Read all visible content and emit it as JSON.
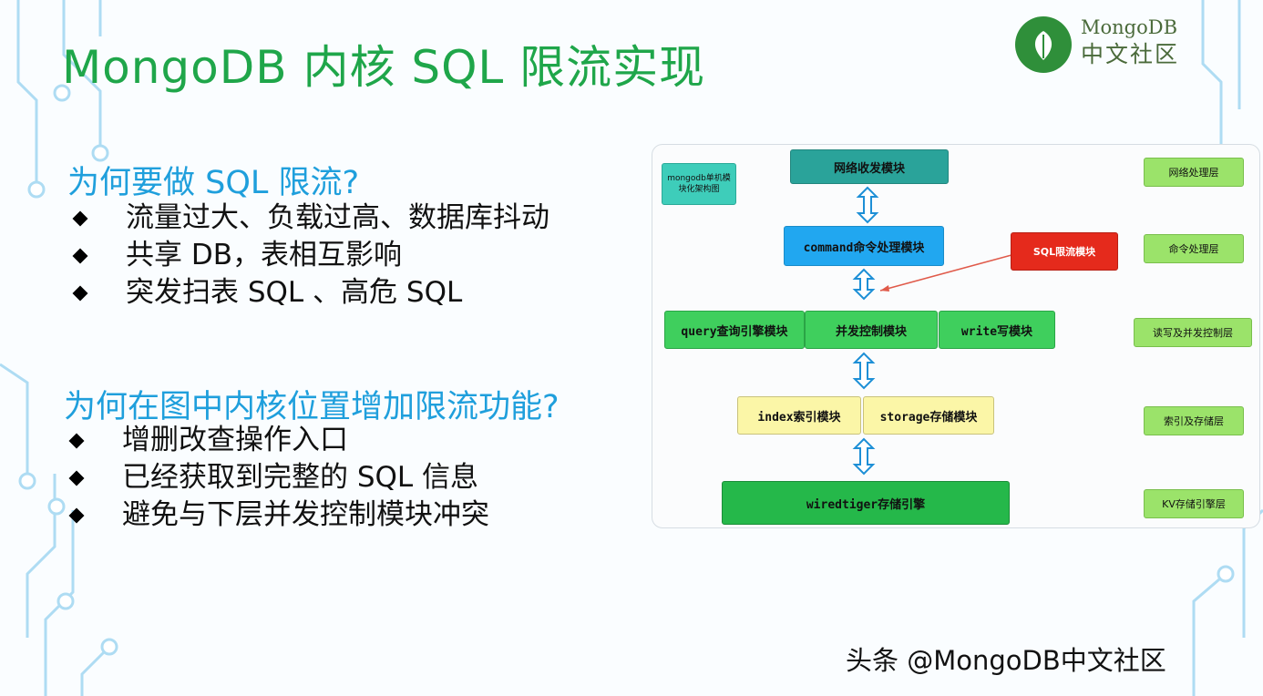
{
  "slide": {
    "title": "MongoDB 内核 SQL 限流实现",
    "logo": {
      "line1": "MongoDB",
      "line2": "中文社区"
    },
    "section1": {
      "heading": "为何要做 SQL 限流?",
      "bullets": [
        "流量过大、负载过高、数据库抖动",
        "共享 DB，表相互影响",
        "突发扫表 SQL 、高危 SQL"
      ]
    },
    "section2": {
      "heading": "为何在图中内核位置增加限流功能?",
      "bullets": [
        "增删改查操作入口",
        "已经获取到完整的 SQL 信息",
        "避免与下层并发控制模块冲突"
      ]
    },
    "diagram": {
      "tag": "mongodb单机模块化架构图",
      "network": "网络收发模块",
      "command": "command命令处理模块",
      "limiter": "SQL限流模块",
      "query": "query查询引擎模块",
      "concurrency": "并发控制模块",
      "write": "write写模块",
      "index": "index索引模块",
      "storage": "storage存储模块",
      "engine": "wiredtiger存储引擎",
      "layers": [
        "网络处理层",
        "命令处理层",
        "读写及并发控制层",
        "索引及存储层",
        "KV存储引擎层"
      ]
    },
    "watermark": "头条 @MongoDB中文社区",
    "colors": {
      "title": "#1fa64a",
      "heading": "#1f9fdc",
      "limiter": "#e52a1c"
    }
  }
}
